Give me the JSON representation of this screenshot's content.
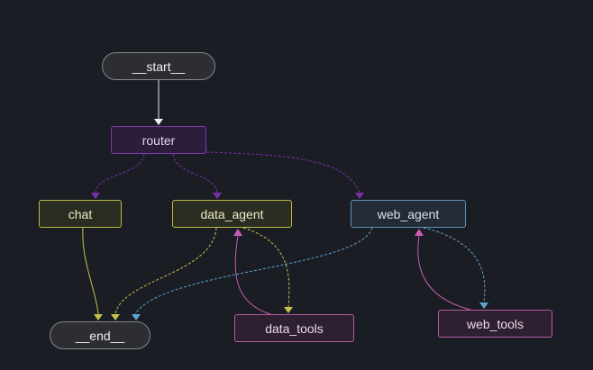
{
  "graph": {
    "nodes": {
      "start": "__start__",
      "router": "router",
      "chat": "chat",
      "data_agent": "data_agent",
      "web_agent": "web_agent",
      "end": "__end__",
      "data_tools": "data_tools",
      "web_tools": "web_tools"
    },
    "edges": [
      {
        "from": "__start__",
        "to": "router",
        "style": "solid",
        "color": "#e6e6e6"
      },
      {
        "from": "router",
        "to": "chat",
        "style": "dashed",
        "color": "#7a2fa8"
      },
      {
        "from": "router",
        "to": "data_agent",
        "style": "dashed",
        "color": "#7a2fa8"
      },
      {
        "from": "router",
        "to": "web_agent",
        "style": "dashed",
        "color": "#7a2fa8"
      },
      {
        "from": "chat",
        "to": "__end__",
        "style": "solid",
        "color": "#c6c24a"
      },
      {
        "from": "data_agent",
        "to": "__end__",
        "style": "dashed",
        "color": "#c6c24a"
      },
      {
        "from": "data_agent",
        "to": "data_tools",
        "style": "dashed",
        "color": "#c6c24a"
      },
      {
        "from": "data_tools",
        "to": "data_agent",
        "style": "solid",
        "color": "#c85bb4"
      },
      {
        "from": "web_agent",
        "to": "__end__",
        "style": "dashed",
        "color": "#5fa3cf"
      },
      {
        "from": "web_agent",
        "to": "web_tools",
        "style": "dashed",
        "color": "#5fa3cf"
      },
      {
        "from": "web_tools",
        "to": "web_agent",
        "style": "solid",
        "color": "#c85bb4"
      }
    ]
  },
  "colors": {
    "background": "#1b1d24",
    "terminal_node": "#85878c",
    "router_node": "#7a3bb0",
    "agent_yellow": "#bdb745",
    "agent_blue": "#5f93b8",
    "tools_pink": "#b35aa4"
  }
}
